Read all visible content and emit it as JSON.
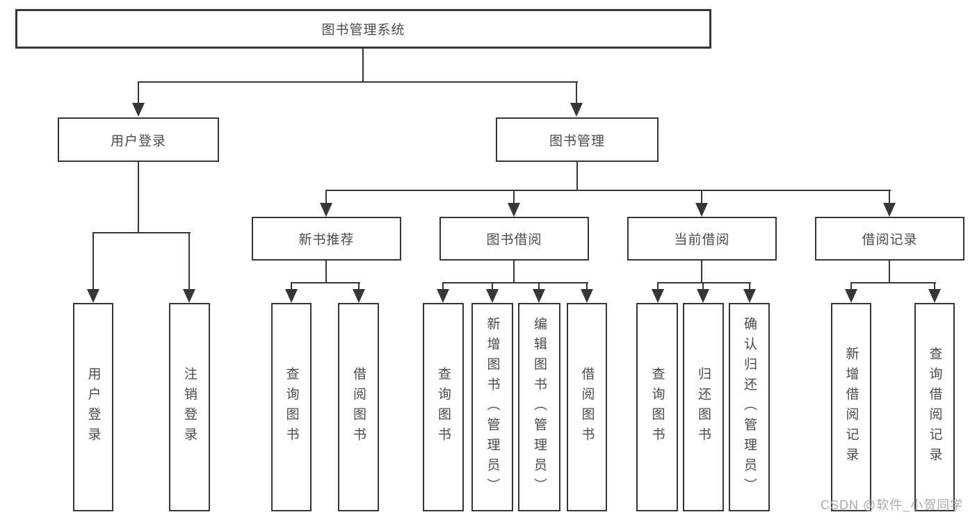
{
  "tree": {
    "root": "图书管理系统",
    "branches": [
      {
        "label": "用户登录",
        "children": [
          "用户登录",
          "注销登录"
        ]
      },
      {
        "label": "图书管理",
        "sections": [
          {
            "label": "新书推荐",
            "children": [
              "查询图书",
              "借阅图书"
            ]
          },
          {
            "label": "图书借阅",
            "children": [
              "查询图书",
              "新增图书（管理员）",
              "编辑图书（管理员）",
              "借阅图书"
            ]
          },
          {
            "label": "当前借阅",
            "children": [
              "查询图书",
              "归还图书",
              "确认归还（管理员）"
            ]
          },
          {
            "label": "借阅记录",
            "children": [
              "新增借阅记录",
              "查询借阅记录"
            ]
          }
        ]
      }
    ]
  },
  "watermark": "CSDN @软件_小贺同学",
  "colors": {
    "line": "#363636",
    "text": "#4a4a4a",
    "watermark": "#a9a9a9",
    "background": "#ffffff"
  }
}
